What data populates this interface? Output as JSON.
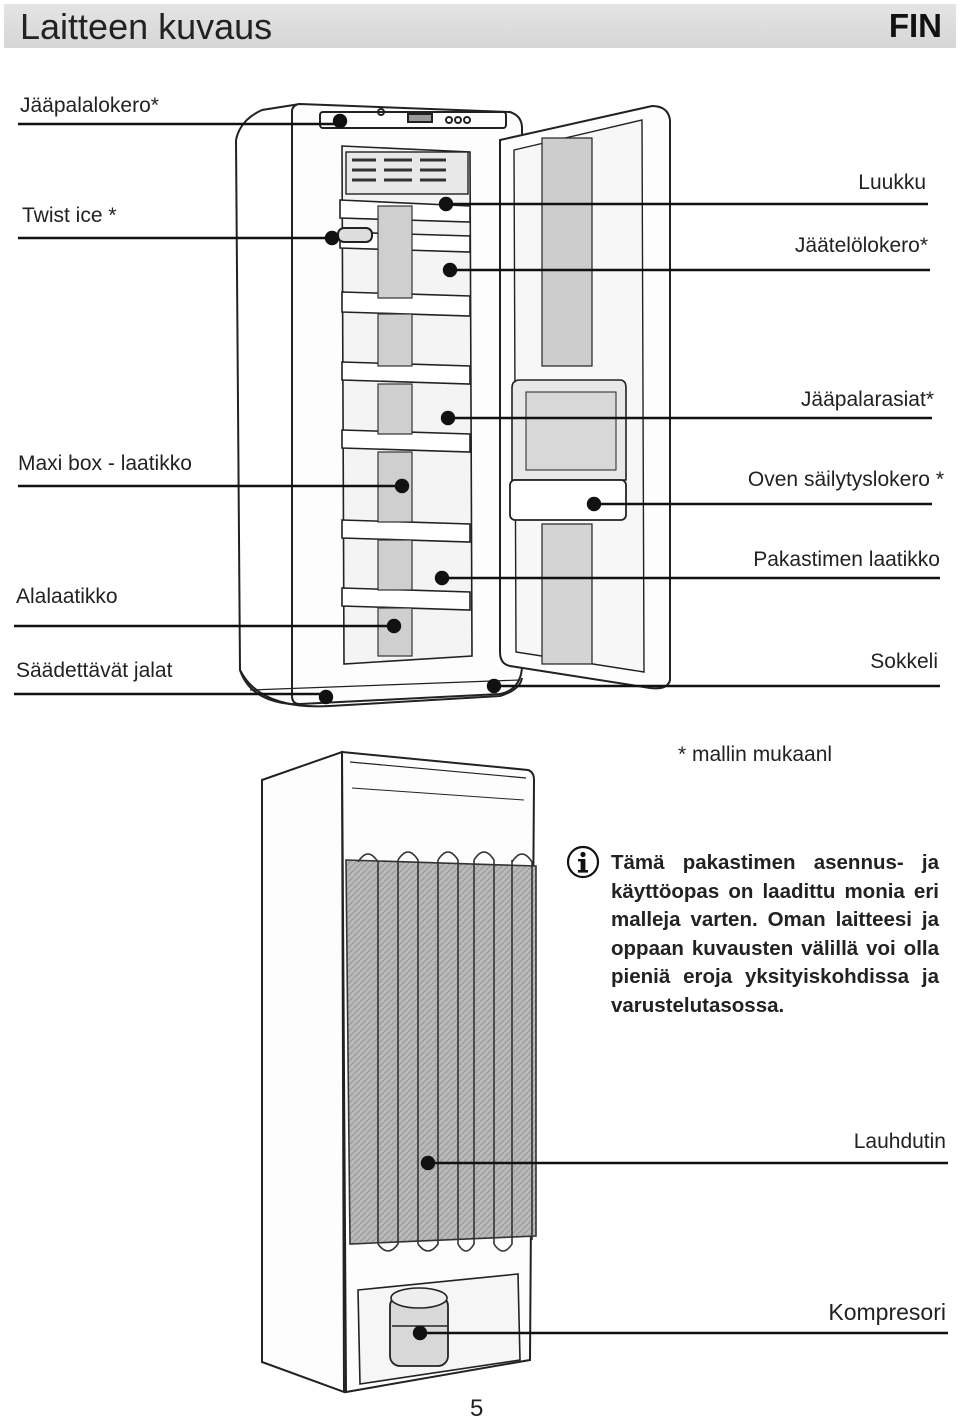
{
  "header": {
    "title": "Laitteen kuvaus",
    "language": "FIN"
  },
  "labels": {
    "jaapalalokero": "Jääpalalokero*",
    "twist_ice": "Twist ice *",
    "luukku": "Luukku",
    "jaatelolokero": "Jäätelölokero*",
    "jaapalarasiat": "Jääpalarasiat*",
    "maxi_box": "Maxi box - laatikko",
    "oven_sailytyslokero": "Oven säilytyslokero *",
    "pakastimen_laatikko": "Pakastimen laatikko",
    "alalaatikko": "Alalaatikko",
    "saadettavat_jalat": "Säädettävät jalat",
    "sokkeli": "Sokkeli",
    "lauhdutin": "Lauhdutin",
    "kompresori": "Kompresori"
  },
  "footnote": "* mallin mukaanl",
  "note": {
    "icon": "info-icon",
    "text": "Tämä pakastimen asennus- ja käyttöopas on laadittu monia eri malleja varten. Oman laitteesi ja oppaan kuvausten välillä voi olla pieniä eroja yksityiskohdissa ja varustelutasossa."
  },
  "page_number": "5"
}
